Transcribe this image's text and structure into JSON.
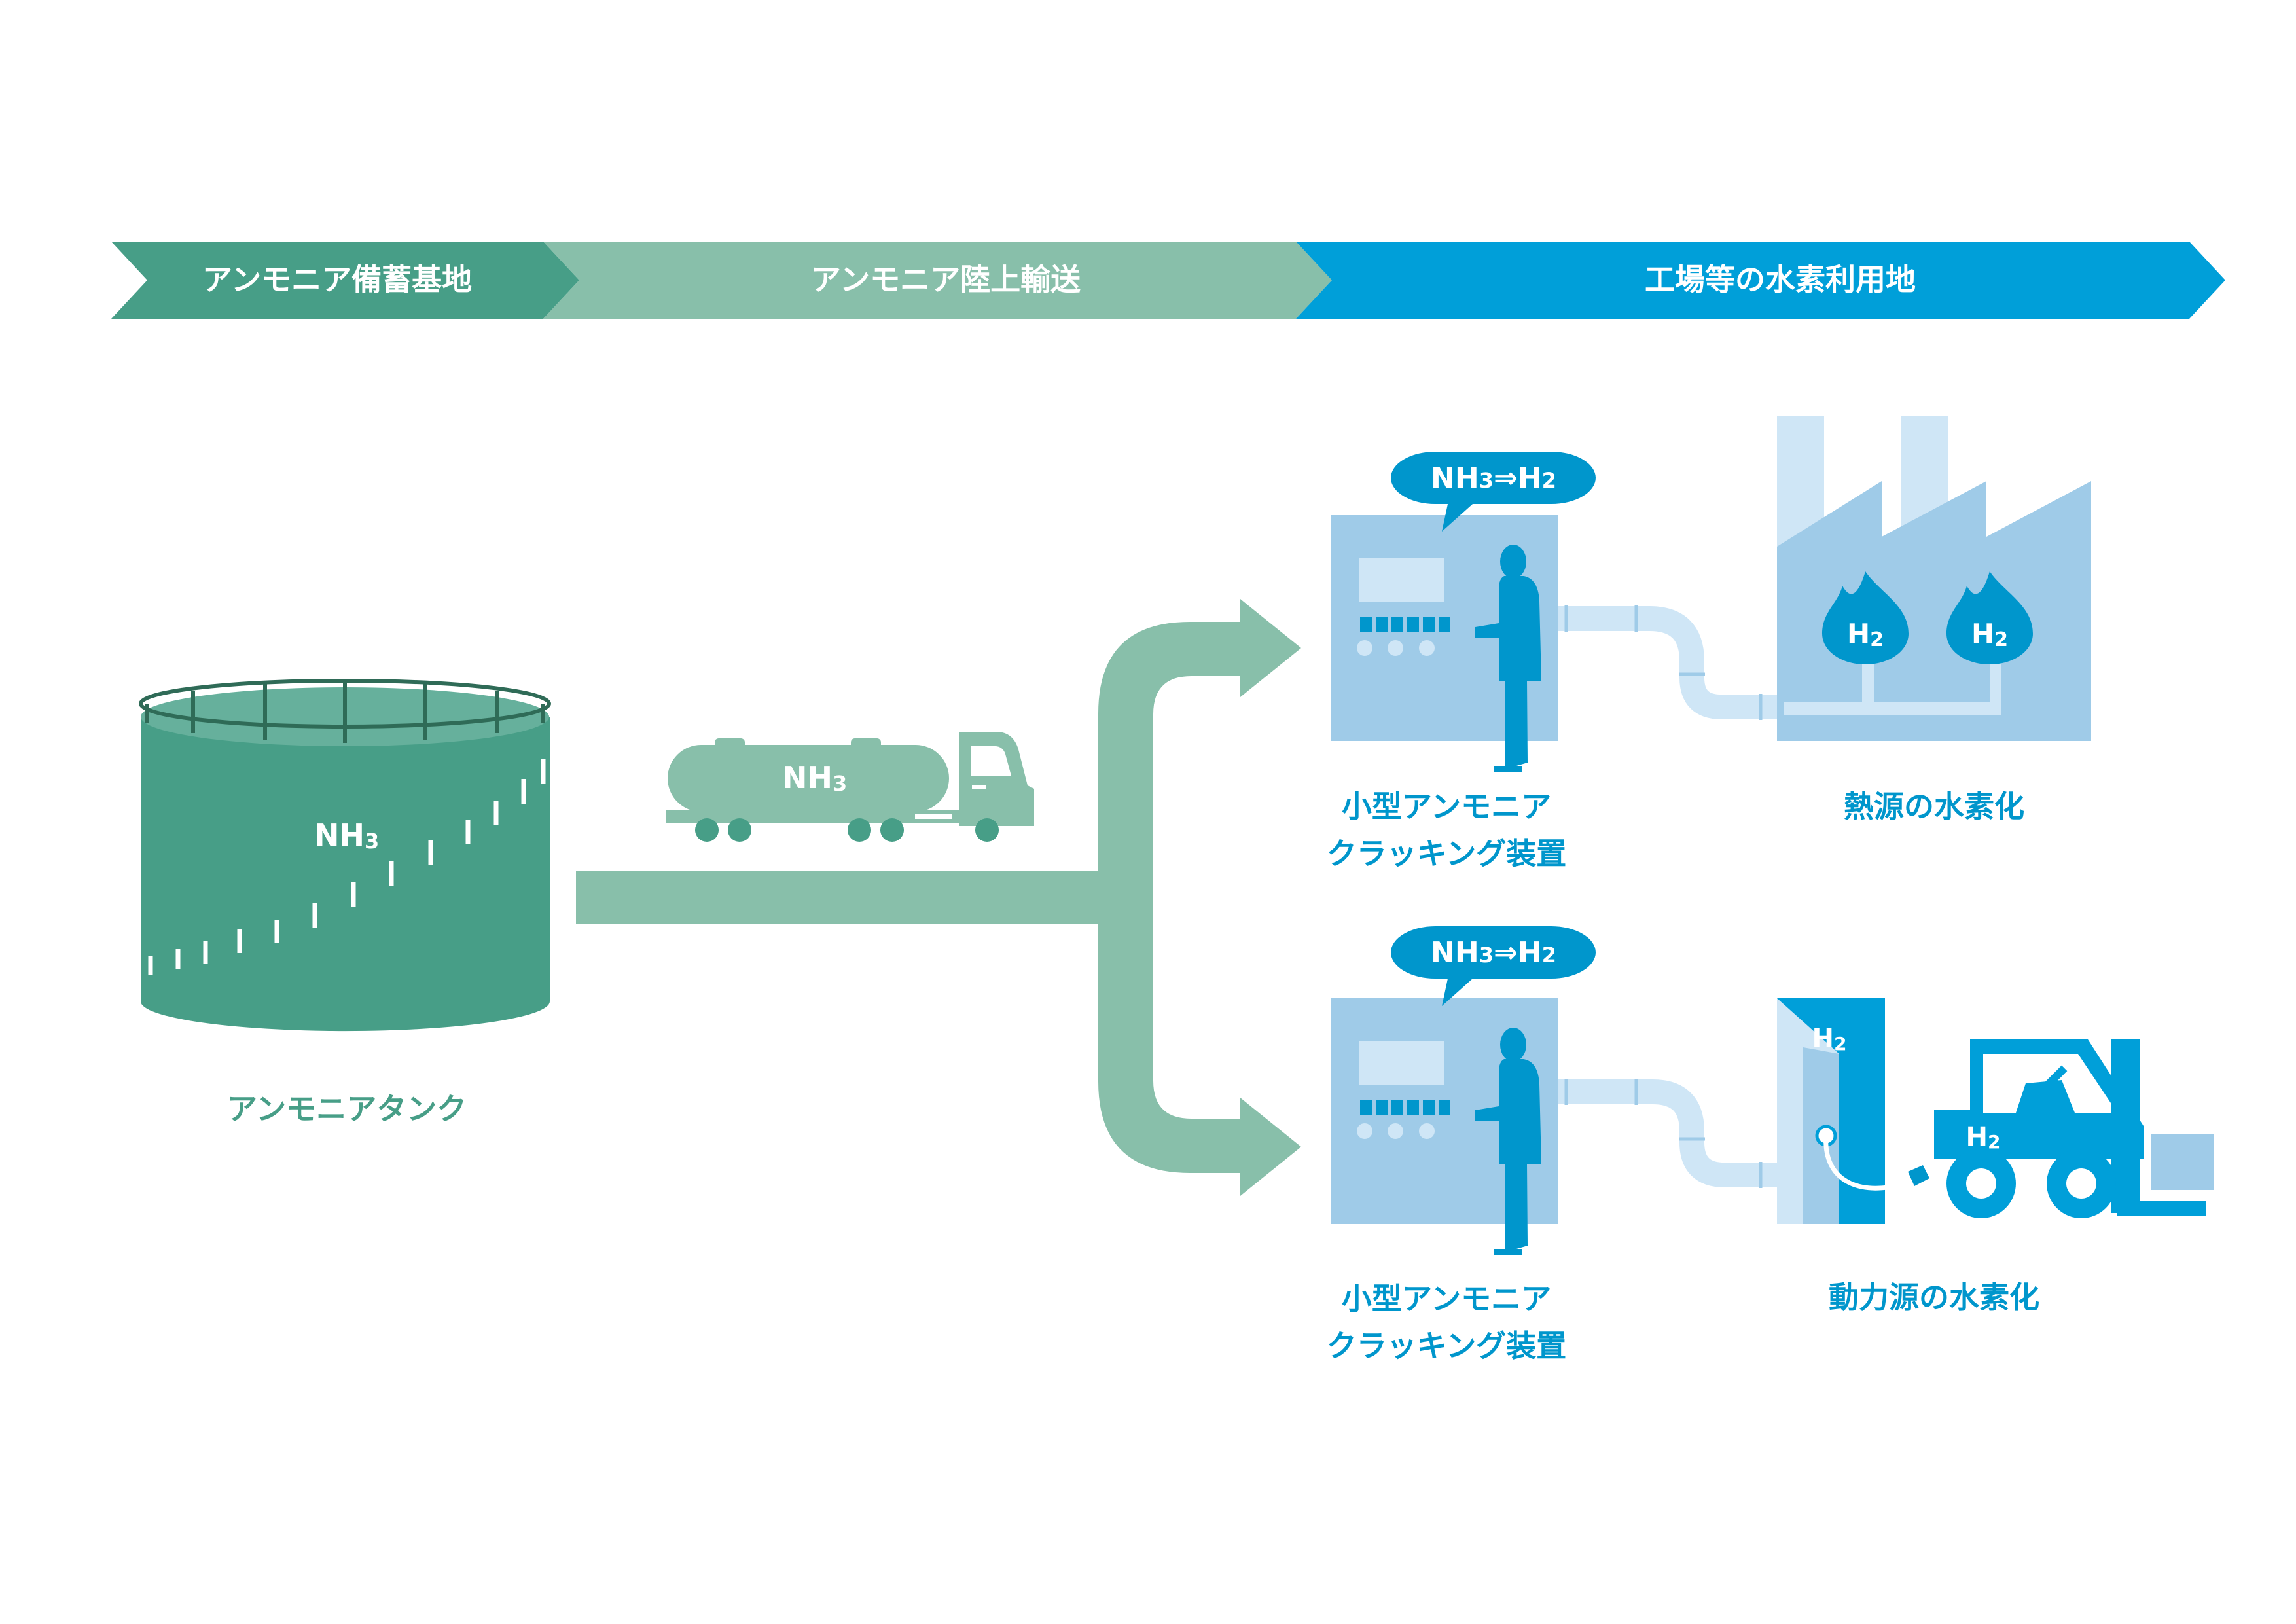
{
  "stages": [
    {
      "label": "アンモニア備蓄基地"
    },
    {
      "label": "アンモニア陸上輸送"
    },
    {
      "label": "工場等の水素利用地"
    }
  ],
  "tank": {
    "label": "アンモニアタンク",
    "substance": "NH",
    "substance_sub": "3"
  },
  "truck": {
    "substance": "NH",
    "substance_sub": "3"
  },
  "devices": [
    {
      "bubble_a": "NH",
      "bubble_a_sub": "3",
      "bubble_arrow": "⇒",
      "bubble_b": "H",
      "bubble_b_sub": "2",
      "label_line1": "小型アンモニア",
      "label_line2": "クラッキング装置"
    },
    {
      "bubble_a": "NH",
      "bubble_a_sub": "3",
      "bubble_arrow": "⇒",
      "bubble_b": "H",
      "bubble_b_sub": "2",
      "label_line1": "小型アンモニア",
      "label_line2": "クラッキング装置"
    }
  ],
  "factory": {
    "label": "熱源の水素化",
    "flame1": "H",
    "flame1_sub": "2",
    "flame2": "H",
    "flame2_sub": "2"
  },
  "forklift": {
    "label": "動力源の水素化",
    "station": "H",
    "station_sub": "2",
    "vehicle": "H",
    "vehicle_sub": "2"
  },
  "colors": {
    "green_dark": "#479e87",
    "green_light": "#88bfaa",
    "blue": "#0096cc",
    "blue_mid": "#009fd9",
    "blue_light": "#9fcbe8",
    "blue_pale": "#cfe6f6"
  }
}
